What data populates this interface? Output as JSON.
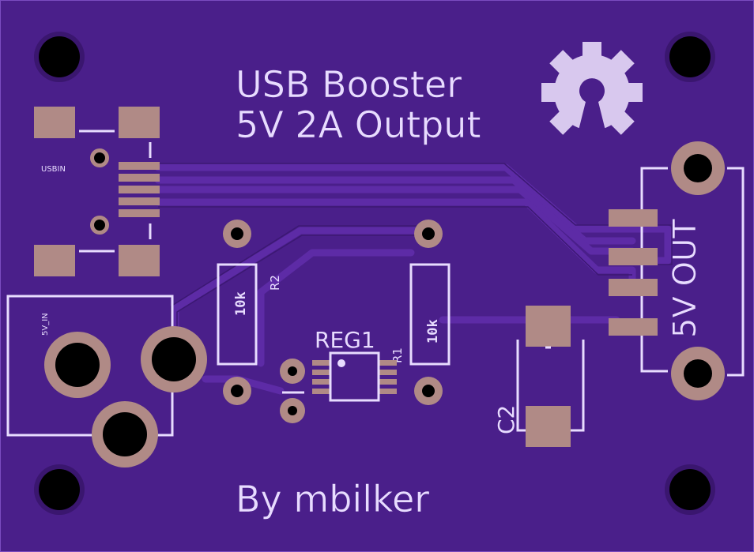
{
  "board": {
    "title_line1": "USB Booster",
    "title_line2": "5V 2A Output",
    "author": "By mbilker",
    "label_usbin": "USBIN",
    "label_5v_in": "5V_IN",
    "label_r2": "R2",
    "label_r1": "R1",
    "label_r2_value": "10k",
    "label_r1_value": "10k",
    "label_reg1": "REG1",
    "label_c2": "C2",
    "label_output": "5V OUT"
  },
  "colors": {
    "board_purple": "#4a1f8a",
    "trace_purple": "#5b2aa3",
    "silkscreen": "#e8dcff",
    "copper_pad": "#b08a86",
    "drill_hole": "#000000",
    "outline": "#7a4cc0"
  },
  "icons": [
    "open-source-hardware-gear-icon"
  ]
}
